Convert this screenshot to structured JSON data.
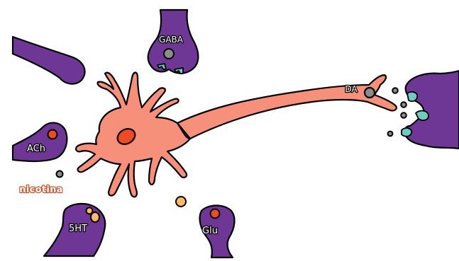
{
  "labels": {
    "gaba": "GABA",
    "da": "DA",
    "ach": "ACh",
    "nicotina": "nicotina",
    "serotonin": "5HT",
    "glu": "Glu"
  },
  "colors": {
    "terminal": "#6e3795",
    "neuron": "#f7907a",
    "nucleus": "#ee4a24",
    "vesicle_gray": "#8c8c8c",
    "receptor": "#6fcac0",
    "serotonin_dot": "#fdb96a",
    "ach_dot": "#ee4a24",
    "outline": "#000000"
  }
}
